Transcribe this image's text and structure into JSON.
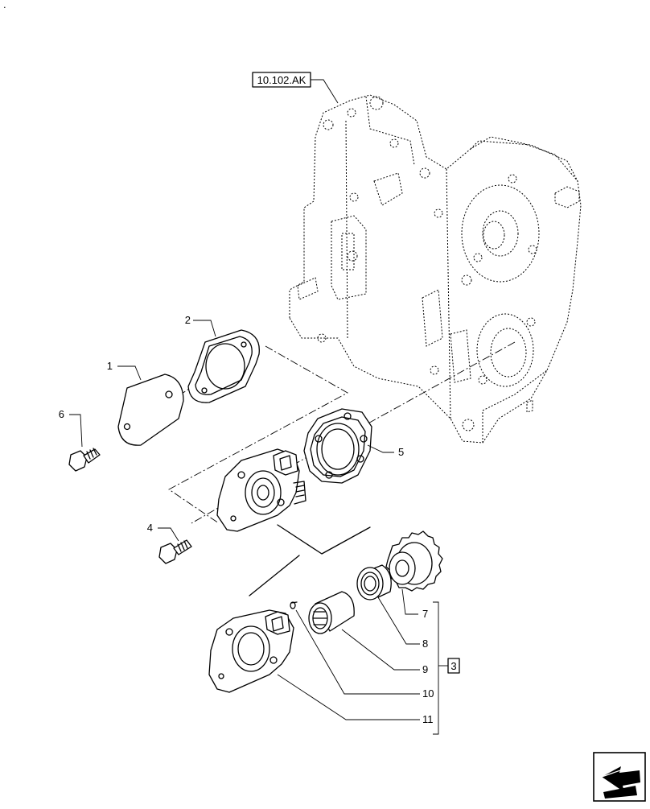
{
  "corner_mark": ".",
  "reference_box": "10.102.AK",
  "assembly_box": "3",
  "callouts": [
    "1",
    "2",
    "4",
    "5",
    "6",
    "7",
    "8",
    "9",
    "10",
    "11"
  ],
  "nav_icon": "arrow-nav-icon"
}
